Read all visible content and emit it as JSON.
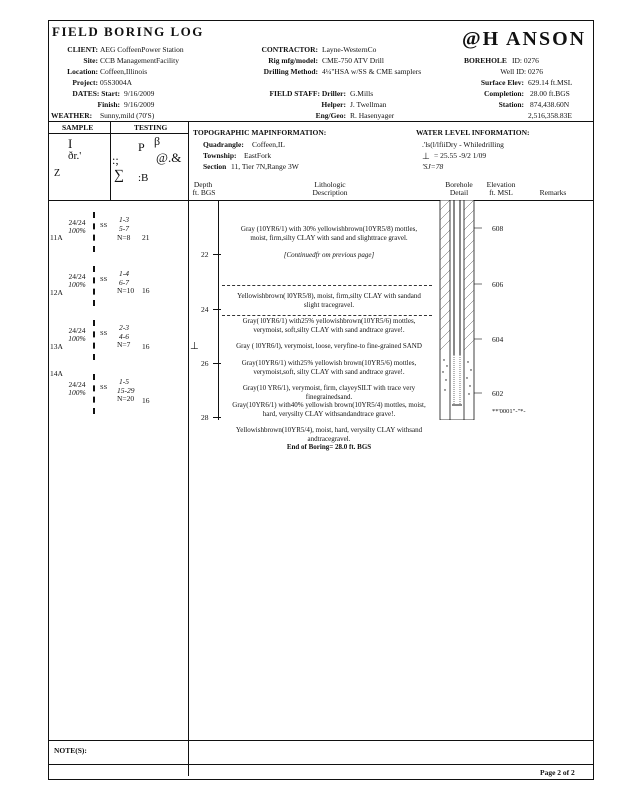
{
  "header": {
    "title": "FIELD BORING LOG",
    "logo": "@H ANSON",
    "client_label": "CLIENT:",
    "client": "AEG CoffeenPower Station",
    "site_label": "Site:",
    "site": "CCB ManagementFacility",
    "location_label": "Location:",
    "location": "Coffeen,Illinois",
    "project_label": "Project:",
    "project": "05S3004A",
    "dates_label": "DATES: Start:",
    "start": "9/16/2009",
    "finish_label": "Finish:",
    "finish": "9/16/2009",
    "weather_label": "WEATHER:",
    "weather": "Sunny,mild (70'S)",
    "contractor_label": "CONTRACTOR:",
    "contractor": "Layne-WesternCo",
    "rig_label": "Rig mfg/model:",
    "rig": "CME-750 ATV Drill",
    "method_label": "Drilling Method:",
    "method": "4¼\"HSA w/SS & CME samplers",
    "staff_label": "FIELD STAFF: Driller:",
    "driller": "G.Mills",
    "helper_label": "Helper:",
    "helper": "J. Twellman",
    "eng_label": "Eng/Geo:",
    "eng": "R. Hasenyager",
    "borehole_label": "BOREHOLE",
    "borehole": "ID: 0276",
    "well_label": "Well ID: 0276",
    "surface_label": "Surface Elev:",
    "surface": "629.14 ft.MSL",
    "completion_label": "Completion:",
    "completion": "28.00 ft.BGS",
    "station_label": "Station:",
    "station": "874,438.60N",
    "station2": "2,516,358.83E"
  },
  "sections": {
    "sample": "SAMPLE",
    "testing": "TESTING",
    "topo_title": "TOPOGRAPHIC MAPINFORMATION:",
    "quad_label": "Quadrangle:",
    "quad": "Coffeen,IL",
    "township_label": "Township:",
    "township": "EastFork",
    "section_label": "Section",
    "section": "11, Tier 7N,Range 3W",
    "water_title": "WATER LEVEL INFORMATION:",
    "water1": ".'ls(l/lfiiDry - Whiledrilling",
    "water2": "= 25.55 -9/2 1/09",
    "water3": "'SJ=78"
  },
  "columns": {
    "depth": "Depth",
    "depth_unit": "ft. BGS",
    "litho": "Lithologic",
    "litho2": "Description",
    "borehole": "Borehole",
    "borehole2": "Detail",
    "elev": "Elevation",
    "elev_unit": "ft. MSL",
    "remarks": "Remarks"
  },
  "samples": [
    {
      "id": "11A",
      "recovery": "24/24",
      "pct": "100%",
      "type": "SS",
      "blows": [
        "1-3",
        "5-7"
      ],
      "n": "N=8",
      "extra": "21"
    },
    {
      "id": "12A",
      "recovery": "24/24",
      "pct": "100%",
      "type": "SS",
      "blows": [
        "1-4",
        "6-7"
      ],
      "n": "N=10",
      "extra": "16"
    },
    {
      "id": "13A",
      "recovery": "24/24",
      "pct": "100%",
      "type": "SS",
      "blows": [
        "2-3",
        "4-6"
      ],
      "n": "N=7",
      "extra": "16"
    },
    {
      "id": "14A",
      "recovery": "24/24",
      "pct": "100%",
      "type": "SS",
      "blows": [
        "1-5",
        "15-29"
      ],
      "n": "N=20",
      "extra": "16"
    }
  ],
  "depths": [
    "22",
    "24",
    "26",
    "28"
  ],
  "elevations": [
    "608",
    "606",
    "604",
    "602"
  ],
  "descriptions": [
    {
      "text": "Gray (10YR6/1) with 30% yellowishbrown(10YR5/8) mottles, moist, firm,silty CLAY with sand and slighttrace gravel.",
      "note": "[Continuedfr om previous page]"
    },
    {
      "text": "Yellowishbrown( l0YR5/8), moist, firm,silty CLAY with sandand slight tracegravel."
    },
    {
      "text": "Gray( l0YR6/1) with25% yellowishbrown(10YR5/6) mottles, verymoist, soft,silty CLAY with sand andtrace grave!."
    },
    {
      "text": "Gray ( l0YR6/l), verymoist, loose, veryfine-to fine-grained SAND"
    },
    {
      "text": "Gray(10YR6/1) with25% yellowish brown(10YR5/6) mottles, verymoist,soft, silty CLAY with sand andtrace grave!."
    },
    {
      "text": "Gray(10 YR6/1), verymoist, firm, clayeySILT with trace very finegrainedsand."
    },
    {
      "text": "Gray(10YR6/1) with40% yellowish brown(10YR5/4) mottles, moist, hard, verysilty CLAY withsandandtrace grave!."
    },
    {
      "text": "Yellowishbrown(10YR5/4), moist, hard, verysilty CLAY withsand andtracegravel."
    }
  ],
  "end_of_boring": "End of Boring= 28.0 ft. BGS",
  "remark_text": "**'0001\"-\"*-",
  "notes_label": "NOTE(S):",
  "page": "Page 2 of 2"
}
